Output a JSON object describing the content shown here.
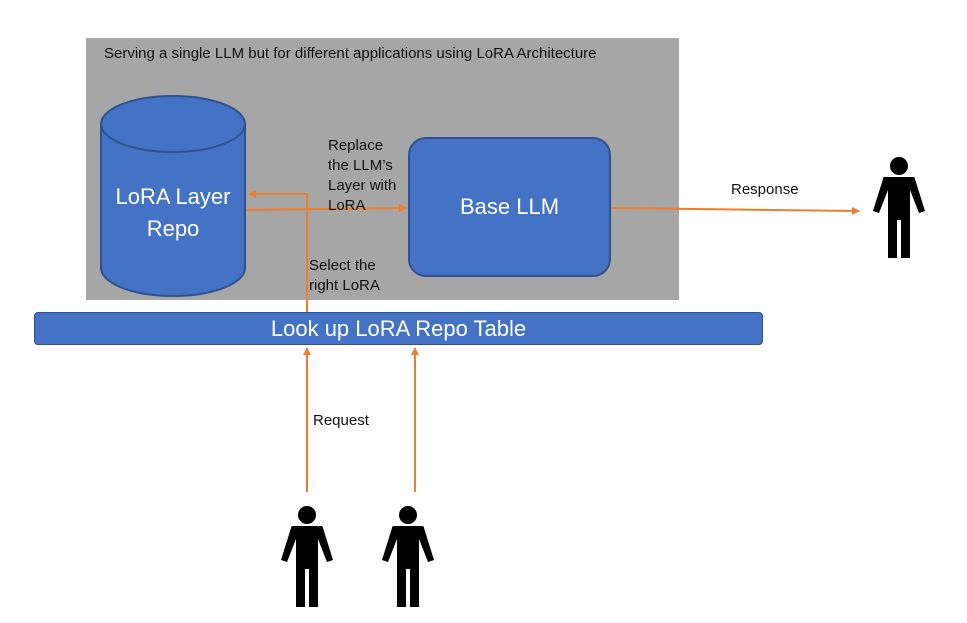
{
  "title": "Serving a single LLM but for different applications using LoRA Architecture",
  "nodes": {
    "lora_repo": {
      "line1": "LoRA Layer",
      "line2": "Repo"
    },
    "base_llm": "Base LLM",
    "lookup_table": "Look up LoRA Repo Table"
  },
  "edge_labels": {
    "replace": [
      "Replace",
      "the LLM’s",
      "Layer with",
      "LoRA"
    ],
    "select": [
      "Select the",
      "right LoRA"
    ],
    "response": "Response",
    "request": "Request"
  },
  "colors": {
    "panel": "#a6a6a6",
    "node_fill": "#4472c4",
    "node_stroke": "#2f528f",
    "arrow": "#ed7d31",
    "person": "#000000"
  },
  "icons": [
    "user-icon",
    "user-icon",
    "user-icon"
  ]
}
